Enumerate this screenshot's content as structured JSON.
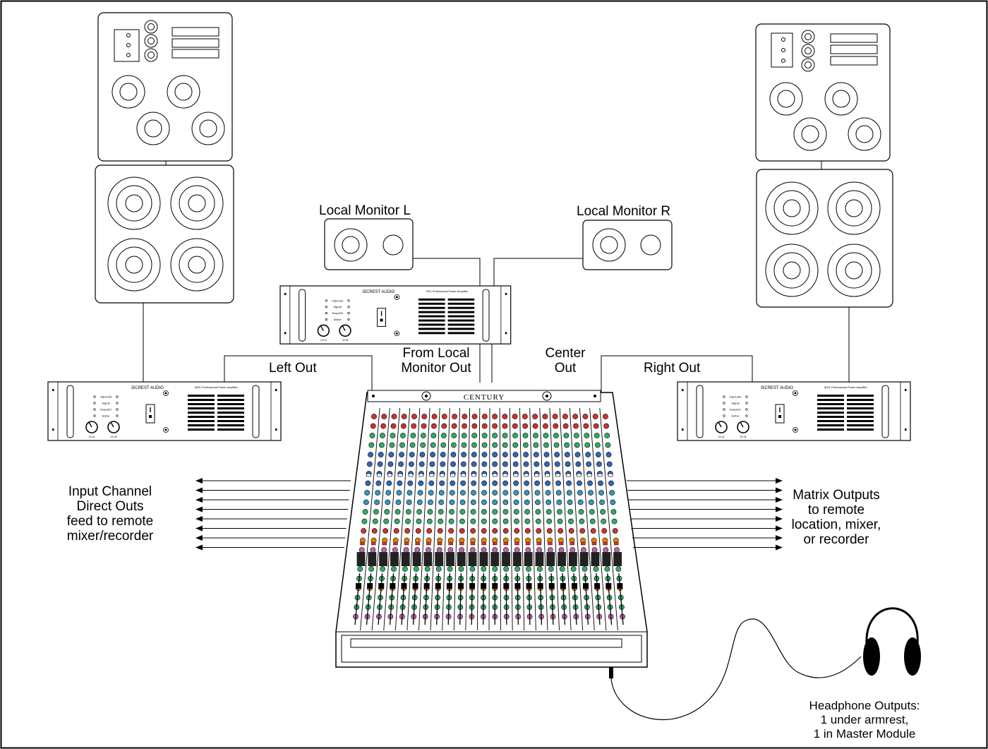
{
  "labels": {
    "local_monitor_l": "Local Monitor L",
    "local_monitor_r": "Local Monitor R",
    "left_out": "Left Out",
    "right_out": "Right Out",
    "from_local_1": "From Local",
    "from_local_2": "Monitor Out",
    "center_1": "Center",
    "center_2": "Out",
    "input_1": "Input Channel",
    "input_2": "Direct Outs",
    "input_3": "feed to remote",
    "input_4": "mixer/recorder",
    "matrix_1": "Matrix Outputs",
    "matrix_2": "to remote",
    "matrix_3": "location, mixer,",
    "matrix_4": "or recorder",
    "hp_1": "Headphone Outputs:",
    "hp_2": "1 under armrest,",
    "hp_3": "1 in Master Module"
  },
  "amps": {
    "brand": "CREST AUDIO",
    "model_big": "8001 Professional Power Amplifier",
    "model_small": "7001 Professional Power Amplifier",
    "leds": [
      "Clip/Limit",
      "Signal",
      "Temp/DC",
      "Active"
    ],
    "ch_a": "Ch A",
    "ch_b": "Ch B"
  },
  "mixer": {
    "name": "CENTURY",
    "channel_count": 24
  },
  "arrows": {
    "left_count": 8,
    "right_count": 8
  }
}
